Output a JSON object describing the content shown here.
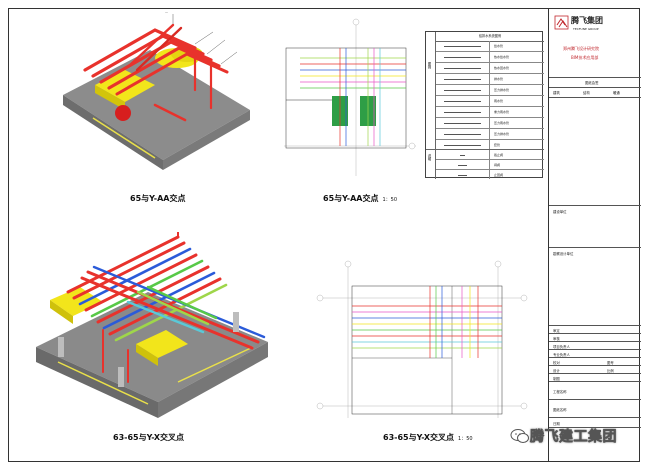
{
  "views": {
    "top_left_caption": "65与Y-AA交点",
    "top_right_caption": "65与Y-AA交点",
    "top_right_scale": "1：50",
    "bottom_left_caption": "63-65与Y-X交叉点",
    "bottom_right_caption": "63-65与Y-X交叉点",
    "bottom_right_scale": "1：50"
  },
  "legend": {
    "title": "给排水系统图例",
    "side_top": "图例",
    "side_bottom": "说明",
    "rows": [
      {
        "name": "给水管"
      },
      {
        "name": "热水给水管"
      },
      {
        "name": "热水回水管"
      },
      {
        "name": "排水管"
      },
      {
        "name": "压力排水管"
      },
      {
        "name": "雨水管"
      },
      {
        "name": "重力雨水管"
      },
      {
        "name": "压力雨水管"
      },
      {
        "name": "压力排水管"
      },
      {
        "name": "套管"
      },
      {
        "name": "截止阀"
      },
      {
        "name": "闸阀"
      },
      {
        "name": "止回阀"
      }
    ]
  },
  "title_block": {
    "company": "腾飞集团",
    "company_en": "TECFUNE GROUP",
    "institute": "郑州腾飞设计研究院",
    "dept": "BIM技术应用部",
    "label_approval": "图纸会签",
    "col_headers": [
      "建筑",
      "结构",
      "暖通"
    ],
    "label_unit": "建设单位",
    "label_design_unit": "勘察设计单位",
    "fields": [
      "审定",
      "审核",
      "项目负责人",
      "专业负责人",
      "校对",
      "设计",
      "制图"
    ],
    "sign_labels": [
      "图号",
      "比例"
    ],
    "label_project": "工程名称",
    "label_drawing": "图纸名称",
    "label_date": "日期"
  },
  "watermark": "腾飞建工集团",
  "colors": {
    "supply": "#e8322c",
    "return": "#2b5bd9",
    "yellow": "#f2e51b",
    "green": "#58c948",
    "slab": "#9a9a9a"
  }
}
